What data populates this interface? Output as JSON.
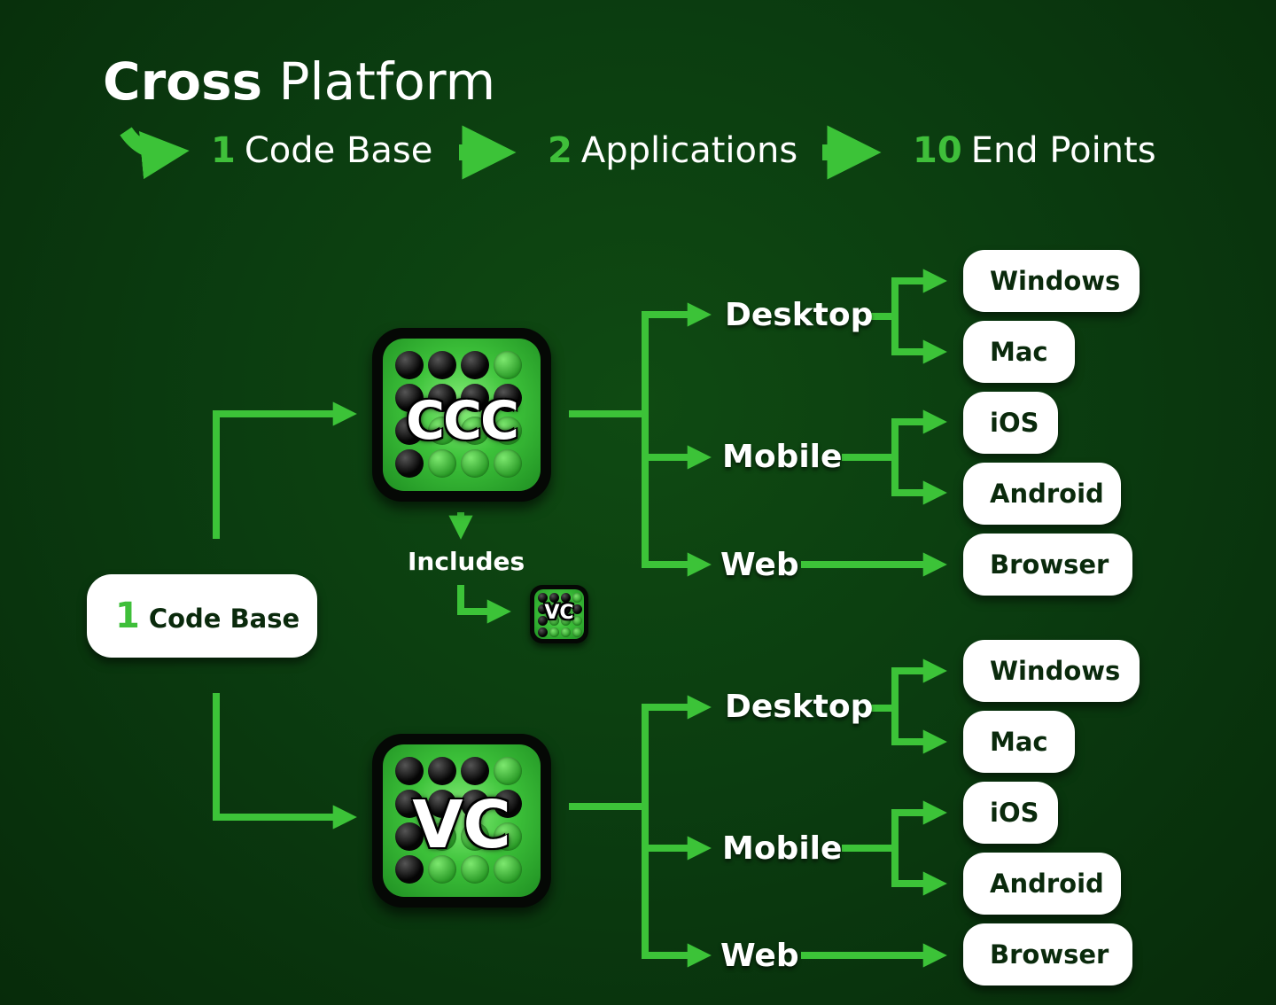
{
  "title": {
    "bold": "Cross",
    "rest": "Platform"
  },
  "steps": [
    {
      "num": "1",
      "label": "Code Base"
    },
    {
      "num": "2",
      "label": "Applications"
    },
    {
      "num": "10",
      "label": "End Points"
    }
  ],
  "codebase": {
    "num": "1",
    "label": "Code Base"
  },
  "includes_label": "Includes",
  "apps": {
    "ccc": {
      "label": "CCC"
    },
    "vc": {
      "label": "VC"
    },
    "mini": {
      "label": "VC"
    }
  },
  "group1": {
    "desktop": "Desktop",
    "mobile": "Mobile",
    "web": "Web",
    "windows": "Windows",
    "mac": "Mac",
    "ios": "iOS",
    "android": "Android",
    "browser": "Browser"
  },
  "group2": {
    "desktop": "Desktop",
    "mobile": "Mobile",
    "web": "Web",
    "windows": "Windows",
    "mac": "Mac",
    "ios": "iOS",
    "android": "Android",
    "browser": "Browser"
  },
  "colors": {
    "accent": "#3fbf3a",
    "background": "#0b3d10",
    "pill": "#ffffff",
    "pill_text": "#0a2a0c"
  }
}
